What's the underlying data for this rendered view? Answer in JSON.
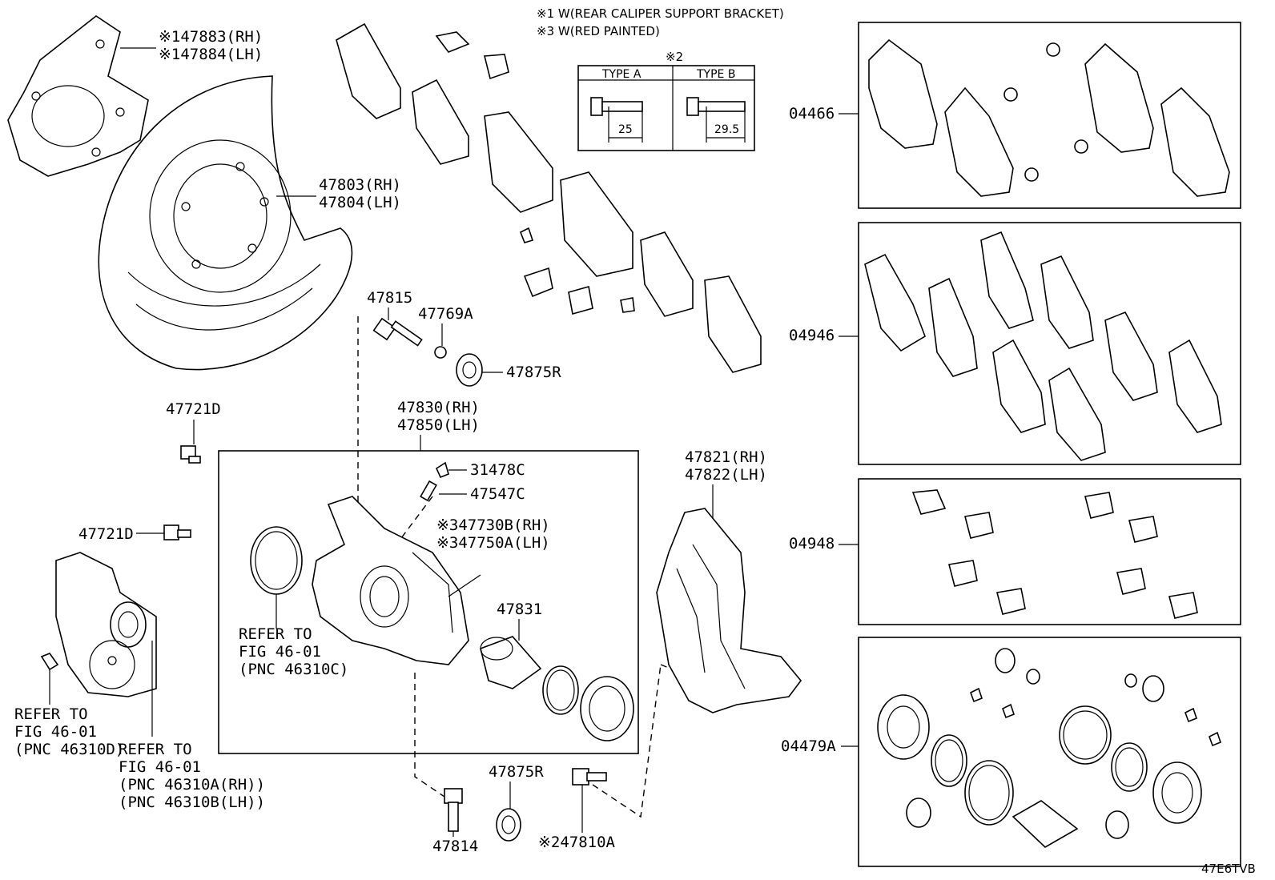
{
  "notes": {
    "line1": "※1 W(REAR CALIPER SUPPORT BRACKET)",
    "line2": "※3 W(RED PAINTED)"
  },
  "type_table": {
    "marker": "※2",
    "type_a": "TYPE A",
    "type_b": "TYPE B",
    "dim_a": "25",
    "dim_b": "29.5"
  },
  "labels": {
    "p47883": "※147883(RH)",
    "p47884": "※147884(LH)",
    "p47803": "47803(RH)",
    "p47804": "47804(LH)",
    "p47815": "47815",
    "p47769A": "47769A",
    "p47875R_top": "47875R",
    "p47721D_a": "47721D",
    "p47721D_b": "47721D",
    "p47830": "47830(RH)",
    "p47850": "47850(LH)",
    "p31478C": "31478C",
    "p47547C": "47547C",
    "p47730B": "※347730B(RH)",
    "p47750A": "※347750A(LH)",
    "p47831": "47831",
    "p47821": "47821(RH)",
    "p47822": "47822(LH)",
    "p47875R_bot": "47875R",
    "p47814": "47814",
    "p47810A": "※247810A",
    "k04466": "04466",
    "k04946": "04946",
    "k04948": "04948",
    "k04479A": "04479A",
    "drawing_code": "47E6TVB"
  },
  "references": {
    "ref1": [
      "REFER TO",
      "FIG 46-01",
      "(PNC 46310C)"
    ],
    "ref2": [
      "REFER TO",
      "FIG 46-01",
      "(PNC 46310D)"
    ],
    "ref3": [
      "REFER TO",
      "FIG 46-01",
      "(PNC 46310A(RH))",
      "(PNC 46310B(LH))"
    ]
  }
}
